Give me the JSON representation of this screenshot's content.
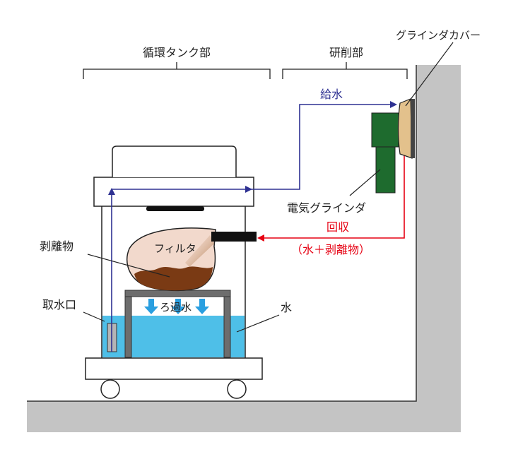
{
  "labels": {
    "circulation_tank": "循環タンク部",
    "grinding": "研削部",
    "grinder_cover": "グラインダカバー",
    "water_supply": "給水",
    "electric_grinder": "電気グラインダ",
    "recovery": "回収",
    "recovery_detail": "（水＋剥離物）",
    "filter": "フィルタ",
    "stripped_matter": "剥離物",
    "filtered_water": "ろ過水",
    "water_intake": "取水口",
    "water": "水"
  },
  "colors": {
    "supply_line": "#2e3192",
    "recovery_line": "#e60012",
    "water": "#4ebfe8",
    "grinder_body": "#1e6b2e",
    "grinder_cover": "#e3c18c",
    "floor_wall": "#c4c4c4",
    "filter_bag": "#f2d9cc",
    "sludge": "#7a3a14",
    "filtered_arrow": "#2a9fe0"
  }
}
